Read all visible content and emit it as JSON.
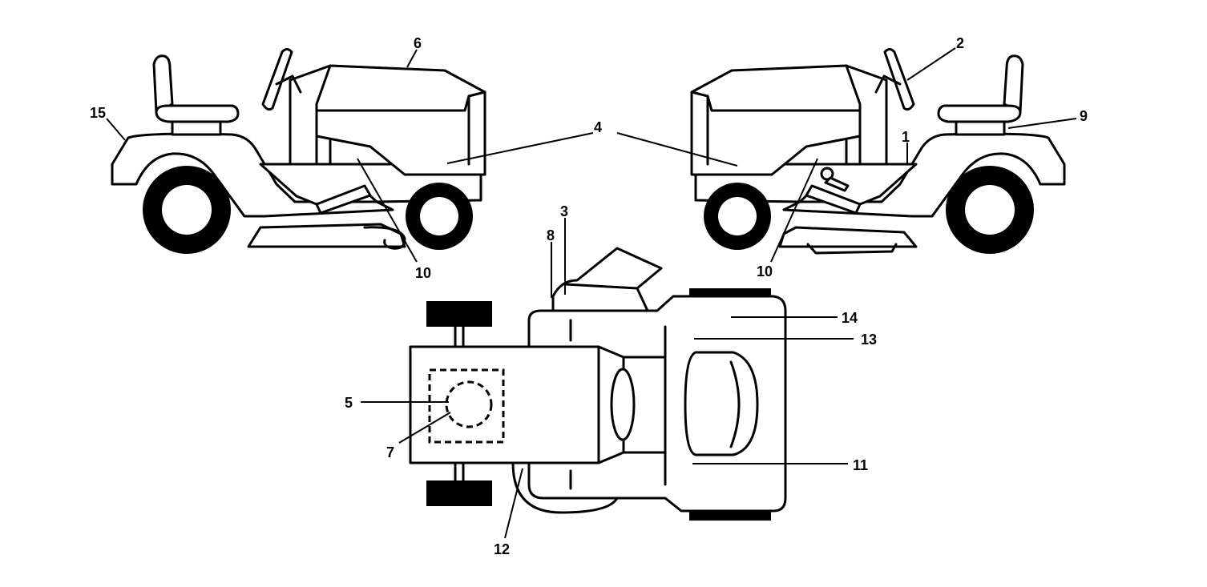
{
  "callouts": {
    "c1": "1",
    "c2": "2",
    "c3": "3",
    "c4": "4",
    "c5": "5",
    "c6": "6",
    "c7": "7",
    "c8": "8",
    "c9": "9",
    "c10_left": "10",
    "c10_right": "10",
    "c11": "11",
    "c12": "12",
    "c13": "13",
    "c14": "14",
    "c15": "15"
  },
  "colors": {
    "line": "#000000",
    "background": "#ffffff"
  }
}
